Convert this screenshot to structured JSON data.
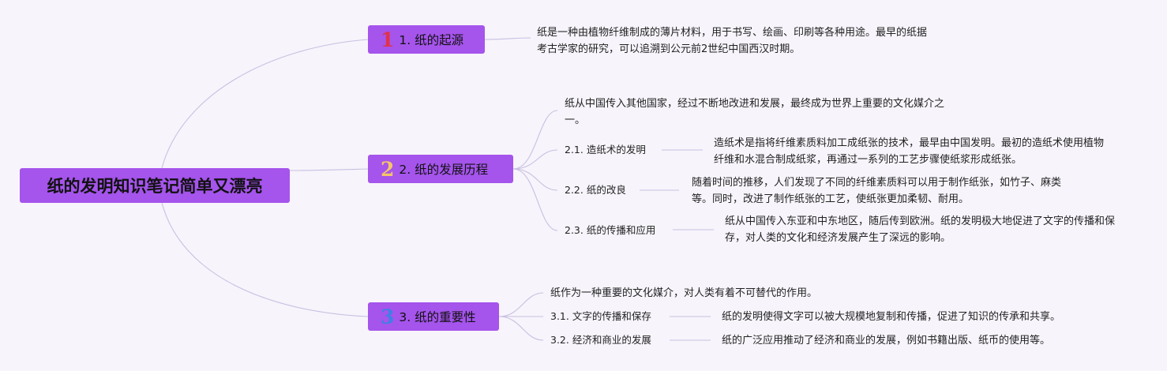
{
  "root": {
    "title": "纸的发明知识笔记简单又漂亮"
  },
  "branches": [
    {
      "badge": "1",
      "badge_color": "#e0334a",
      "title": "1. 纸的起源",
      "note": "纸是一种由植物纤维制成的薄片材料，用于书写、绘画、印刷等各种用途。最早的纸据考古学家的研究，可以追溯到公元前2世纪中国西汉时期。"
    },
    {
      "badge": "2",
      "badge_color": "#f4c46a",
      "title": "2. 纸的发展历程",
      "note": "纸从中国传入其他国家，经过不断地改进和发展，最终成为世界上重要的文化媒介之一。",
      "children": [
        {
          "title": "2.1. 造纸术的发明",
          "note": "造纸术是指将纤维素质料加工成纸张的技术，最早由中国发明。最初的造纸术使用植物纤维和水混合制成纸浆，再通过一系列的工艺步骤使纸浆形成纸张。"
        },
        {
          "title": "2.2. 纸的改良",
          "note": "随着时间的推移，人们发现了不同的纤维素质料可以用于制作纸张，如竹子、麻类等。同时，改进了制作纸张的工艺，使纸张更加柔韧、耐用。"
        },
        {
          "title": "2.3. 纸的传播和应用",
          "note": "纸从中国传入东亚和中东地区，随后传到欧洲。纸的发明极大地促进了文字的传播和保存，对人类的文化和经济发展产生了深远的影响。"
        }
      ]
    },
    {
      "badge": "3",
      "badge_color": "#3f7fe6",
      "title": "3. 纸的重要性",
      "note": "纸作为一种重要的文化媒介，对人类有着不可替代的作用。",
      "children": [
        {
          "title": "3.1. 文字的传播和保存",
          "note": "纸的发明使得文字可以被大规模地复制和传播，促进了知识的传承和共享。"
        },
        {
          "title": "3.2. 经济和商业的发展",
          "note": "纸的广泛应用推动了经济和商业的发展，例如书籍出版、纸币的使用等。"
        }
      ]
    }
  ],
  "colors": {
    "node_fill": "#a554ec",
    "link": "#c9bfe2",
    "background": "#f7f4fb"
  }
}
